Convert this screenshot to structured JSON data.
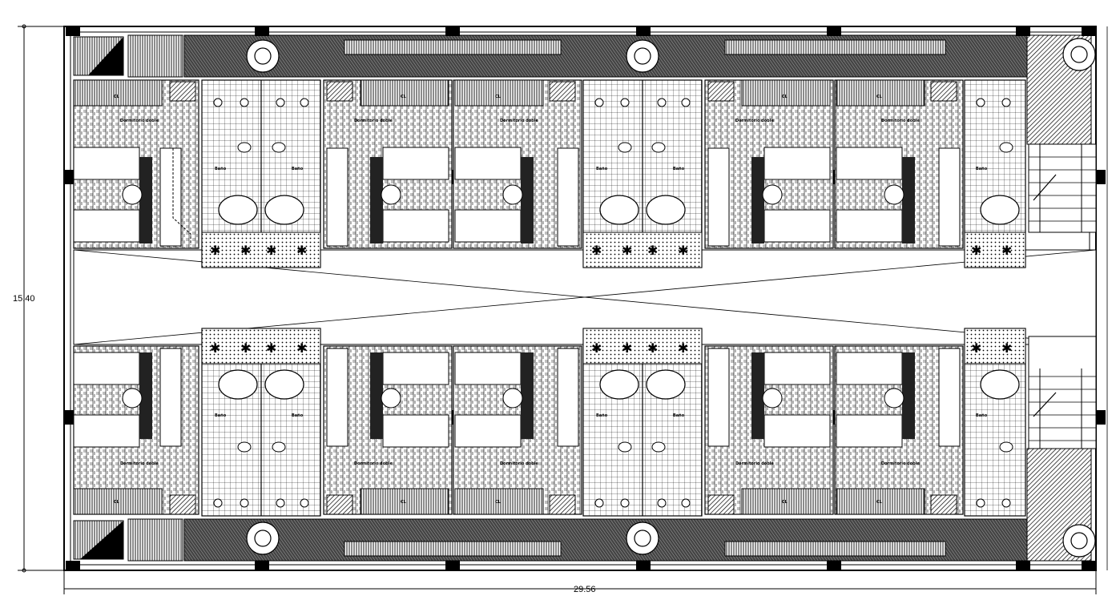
{
  "dimensions": {
    "width_label": "29.56",
    "height_label": "15.40"
  },
  "labels": {
    "closet": "CL",
    "bath": "Baño",
    "bedroom": "Dormitorio doble"
  }
}
